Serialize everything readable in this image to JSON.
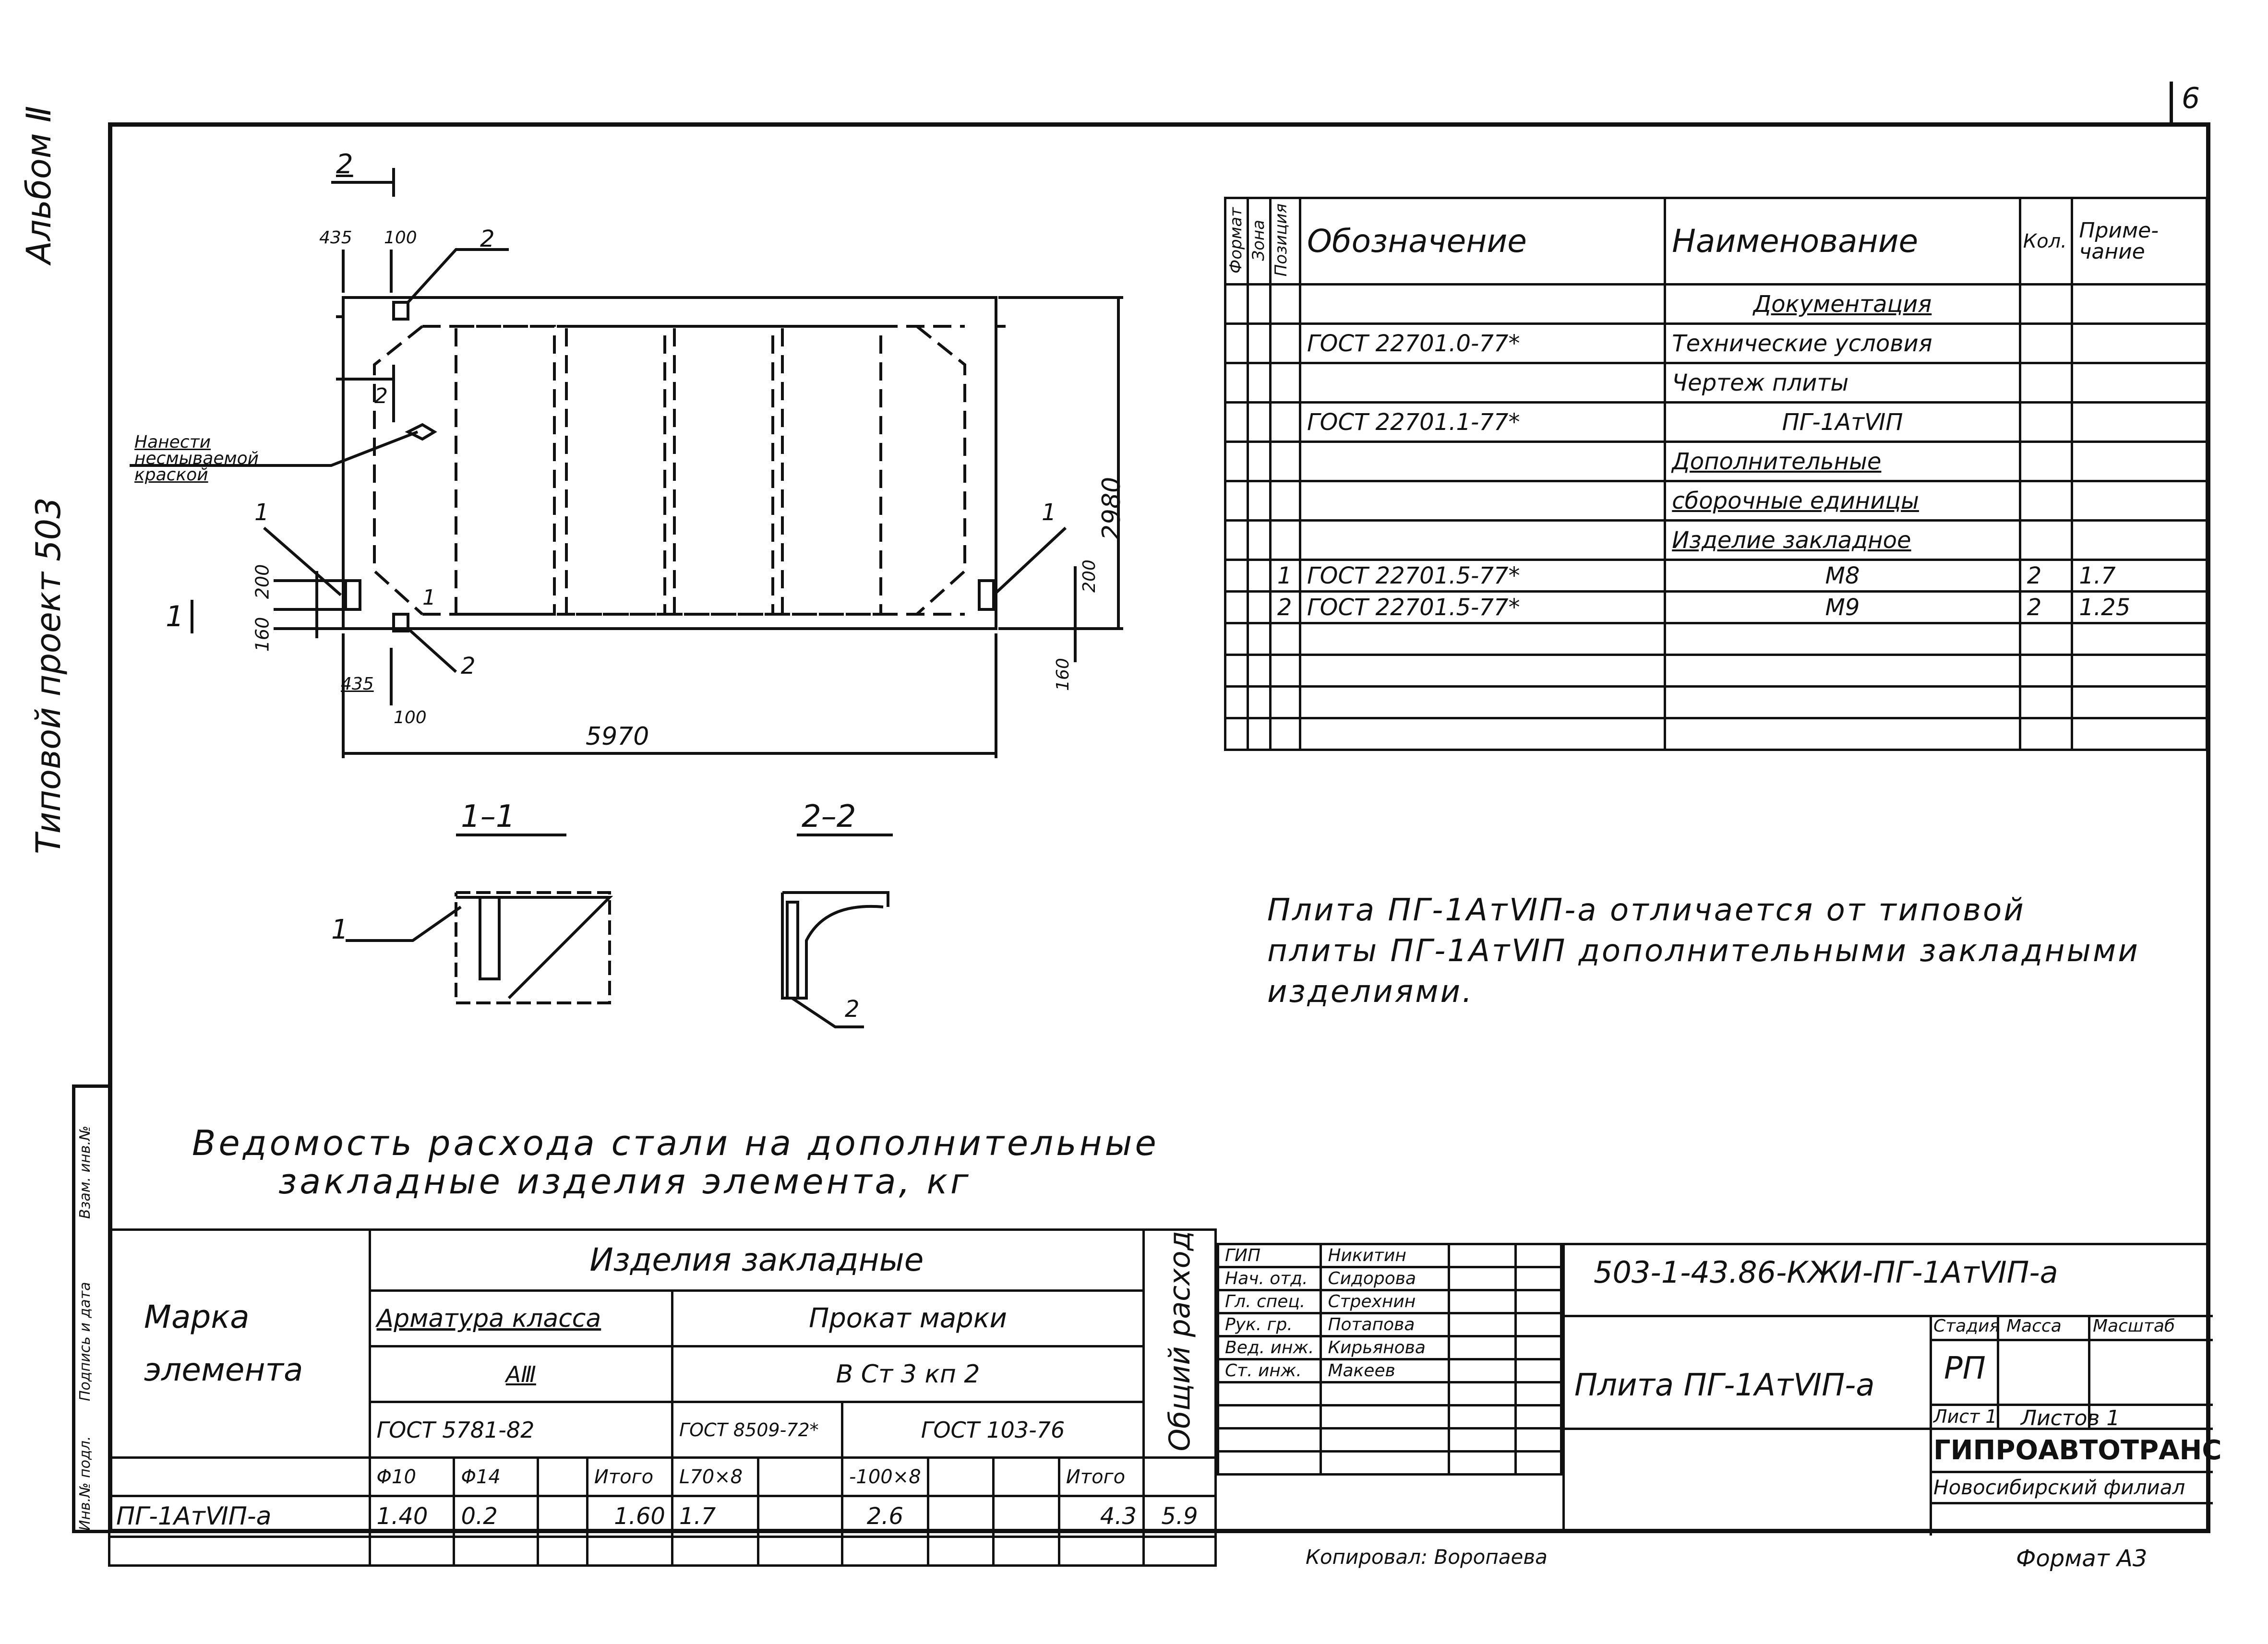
{
  "sheet": {
    "page_number": "6",
    "side_album": "Альбом Ⅱ",
    "side_project": "Типовой проект 503",
    "side_columns": [
      "Инв.№ подл.",
      "Подпись и дата",
      "Взам. инв.№"
    ],
    "bottom_copier": "Копировал: Воропаева",
    "bottom_format": "Формат А3"
  },
  "drawing": {
    "dim_top_435": "435",
    "dim_top_100": "100",
    "dim_bottom_435": "435",
    "dim_bottom_100": "100",
    "dim_length": "5970",
    "dim_height": "2980",
    "dim_200_left": "200",
    "dim_160_left": "160",
    "dim_200_right": "200",
    "dim_160_right": "160",
    "mark_1": "1",
    "mark_2": "2",
    "section_arrow_2": "2",
    "section_arrow_1": "1",
    "paint_note": "Нанести несмываемой краской",
    "section_1_title": "1–1",
    "section_2_title": "2–2"
  },
  "spec_table": {
    "headers": {
      "format": "Формат",
      "zone": "Зона",
      "position": "Позиция",
      "designation": "Обозначение",
      "name": "Наименование",
      "qty": "Кол.",
      "note": "Приме-чание"
    },
    "rows": [
      {
        "pos": "",
        "designation": "",
        "name": "Документация",
        "qty": "",
        "note": ""
      },
      {
        "pos": "",
        "designation": "ГОСТ 22701.0-77*",
        "name": "Технические условия",
        "qty": "",
        "note": ""
      },
      {
        "pos": "",
        "designation": "",
        "name": "Чертеж плиты",
        "qty": "",
        "note": ""
      },
      {
        "pos": "",
        "designation": "ГОСТ 22701.1-77*",
        "name": "ПГ-1АтⅥП",
        "qty": "",
        "note": ""
      },
      {
        "pos": "",
        "designation": "",
        "name": "Дополнительные",
        "qty": "",
        "note": ""
      },
      {
        "pos": "",
        "designation": "",
        "name": "сборочные единицы",
        "qty": "",
        "note": ""
      },
      {
        "pos": "",
        "designation": "",
        "name": "Изделие закладное",
        "qty": "",
        "note": ""
      },
      {
        "pos": "1",
        "designation": "ГОСТ 22701.5-77*",
        "name": "М8",
        "qty": "2",
        "note": "1.7"
      },
      {
        "pos": "2",
        "designation": "ГОСТ 22701.5-77*",
        "name": "М9",
        "qty": "2",
        "note": "1.25"
      },
      {
        "pos": "",
        "designation": "",
        "name": "",
        "qty": "",
        "note": ""
      },
      {
        "pos": "",
        "designation": "",
        "name": "",
        "qty": "",
        "note": ""
      },
      {
        "pos": "",
        "designation": "",
        "name": "",
        "qty": "",
        "note": ""
      },
      {
        "pos": "",
        "designation": "",
        "name": "",
        "qty": "",
        "note": ""
      }
    ]
  },
  "note_text": {
    "line1": "Плита ПГ-1АтⅥП-а отличается от типовой",
    "line2": "плиты ПГ-1АтⅥП дополнительными закладными",
    "line3": "изделиями."
  },
  "steel_title": {
    "line1": "Ведомость расхода стали на дополнительные",
    "line2": "закладные изделия элемента, кг"
  },
  "steel_table": {
    "mark_header": "Марка элемента",
    "embedded": "Изделия закладные",
    "rebar_class": "Арматура класса",
    "rebar_grade": "АⅢ",
    "rolled": "Прокат марки",
    "rolled_grade": "В Ст 3 кп 2",
    "gost_rebar": "ГОСТ 5781-82",
    "gost_8509": "ГОСТ 8509-72*",
    "gost_103": "ГОСТ 103-76",
    "total_header": "Общий расход",
    "sub_headers": [
      "Φ10",
      "Φ14",
      "",
      "Итого",
      "L70×8",
      "",
      "-100×8",
      "",
      "",
      "Итого"
    ],
    "row": {
      "mark": "ПГ-1АтⅥП-а",
      "values": [
        "1.40",
        "0.2",
        "",
        "1.60",
        "1.7",
        "",
        "2.6",
        "",
        "",
        "4.3"
      ],
      "total": "5.9"
    }
  },
  "title_block": {
    "code": "503-1-43.86-КЖИ-ПГ-1АтⅥП-а",
    "title": "Плита ПГ-1АтⅥП-а",
    "stage_header": "Стадия",
    "mass_header": "Масса",
    "scale_header": "Масштаб",
    "stage": "РП",
    "sheet": "Лист 1",
    "sheets": "Листов 1",
    "org": "ГИПРОАВТОТРАНС",
    "branch": "Новосибирский филиал",
    "signers": [
      {
        "role": "ГИП",
        "name": "Никитин"
      },
      {
        "role": "Нач. отд.",
        "name": "Сидорова"
      },
      {
        "role": "Гл. спец.",
        "name": "Стрехнин"
      },
      {
        "role": "Рук. гр.",
        "name": "Потапова"
      },
      {
        "role": "Вед. инж.",
        "name": "Кирьянова"
      },
      {
        "role": "Ст. инж.",
        "name": "Макеев"
      }
    ]
  }
}
